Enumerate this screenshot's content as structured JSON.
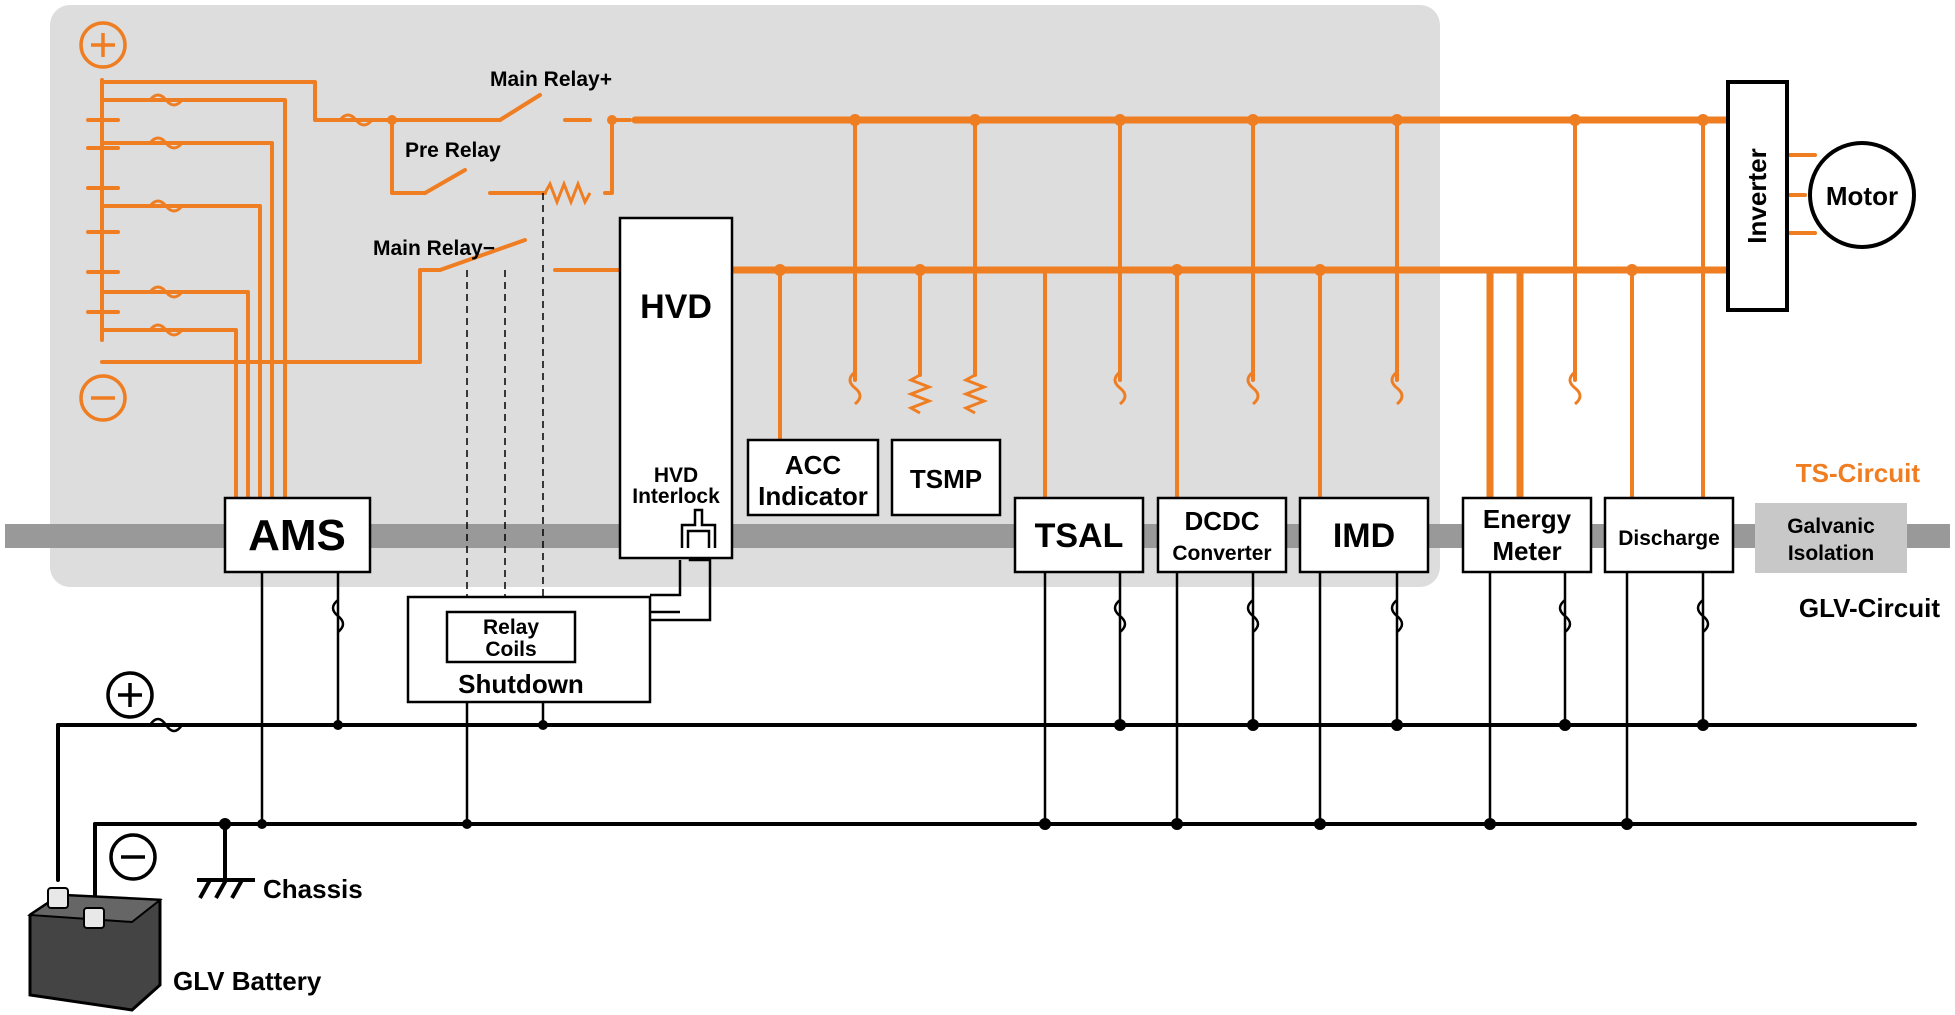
{
  "colors": {
    "ts": "#ef7d22",
    "glv": "#000000",
    "panel": "#dddddd",
    "divider": "#999999",
    "galvanic_bg": "#c8c8c8"
  },
  "labels": {
    "main_relay_plus": "Main Relay+",
    "pre_relay": "Pre Relay",
    "main_relay_minus": "Main Relay−",
    "hvd": "HVD",
    "hvd_interlock_1": "HVD",
    "hvd_interlock_2": "Interlock",
    "acc_indicator_1": "ACC",
    "acc_indicator_2": "Indicator",
    "tsmp": "TSMP",
    "ams": "AMS",
    "tsal": "TSAL",
    "dcdc_1": "DCDC",
    "dcdc_2": "Converter",
    "imd": "IMD",
    "energy_meter_1": "Energy",
    "energy_meter_2": "Meter",
    "discharge": "Discharge",
    "galvanic_1": "Galvanic",
    "galvanic_2": "Isolation",
    "relay_coils_1": "Relay",
    "relay_coils_2": "Coils",
    "shutdown": "Shutdown",
    "inverter": "Inverter",
    "motor": "Motor",
    "ts_circuit": "TS-Circuit",
    "glv_circuit": "GLV-Circuit",
    "chassis": "Chassis",
    "glv_battery": "GLV Battery"
  },
  "icons": {
    "ts_plus": "plus-circle-icon",
    "ts_minus": "minus-circle-icon",
    "glv_plus": "plus-circle-icon",
    "glv_minus": "minus-circle-icon",
    "ground": "ground-icon",
    "battery": "battery-icon"
  }
}
